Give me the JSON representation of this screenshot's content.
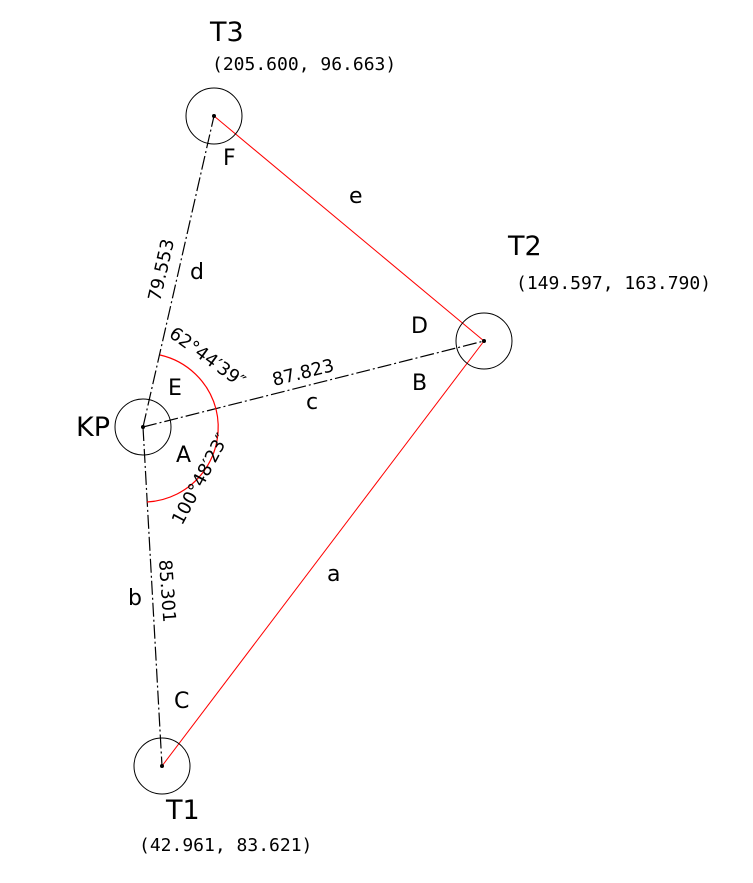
{
  "stations": {
    "kp": {
      "name": "KP"
    },
    "t1": {
      "name": "T1",
      "coords": "(42.961, 83.621)"
    },
    "t2": {
      "name": "T2",
      "coords": "(149.597, 163.790)"
    },
    "t3": {
      "name": "T3",
      "coords": "(205.600, 96.663)"
    }
  },
  "sides": {
    "a": "a",
    "b": "b",
    "c": "c",
    "d": "d",
    "e": "e"
  },
  "angle_labels": {
    "A": "A",
    "B": "B",
    "C": "C",
    "D": "D",
    "E": "E",
    "F": "F"
  },
  "distances": {
    "kp_t1": "85.301",
    "kp_t2": "87.823",
    "kp_t3": "79.553"
  },
  "angles": {
    "upper": "62°44′39″",
    "lower": "100°48′23″"
  },
  "colors": {
    "edge": "#ff0000",
    "arc": "#ff0000",
    "ink": "#000000"
  }
}
